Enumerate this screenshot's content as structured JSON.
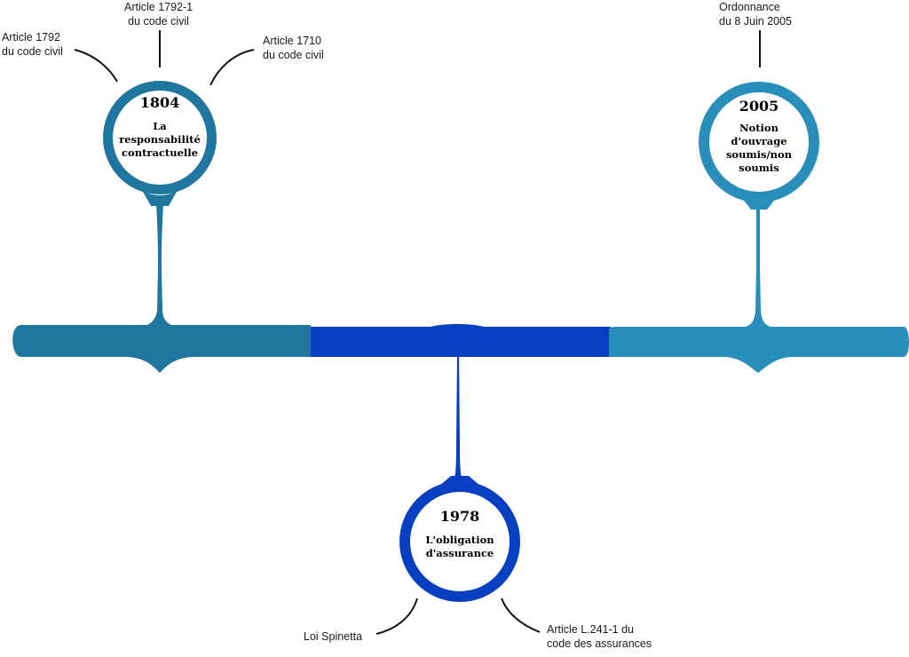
{
  "events": [
    {
      "year": "1804",
      "title": "La\nresponsabilité\ncontractuelle",
      "color": "#1f77a0"
    },
    {
      "year": "1978",
      "title": "L'obligation\nd'assurance",
      "color": "#063fc2"
    },
    {
      "year": "2005",
      "title": "Notion\nd'ouvrage\nsoumis/non\nsoumis",
      "color": "#2a8ebb"
    }
  ],
  "references": {
    "art_1792": "Article 1792\ndu code civil",
    "art_1792_1": "Article 1792-1\ndu code civil",
    "art_1710": "Article 1710\ndu code civil",
    "ordonnance": "Ordonnance\ndu 8 Juin 2005",
    "loi_spinetta": "Loi Spinetta",
    "art_l241": "Article L.241-1 du\ncode des assurances"
  },
  "colors": {
    "line": "#111111"
  }
}
